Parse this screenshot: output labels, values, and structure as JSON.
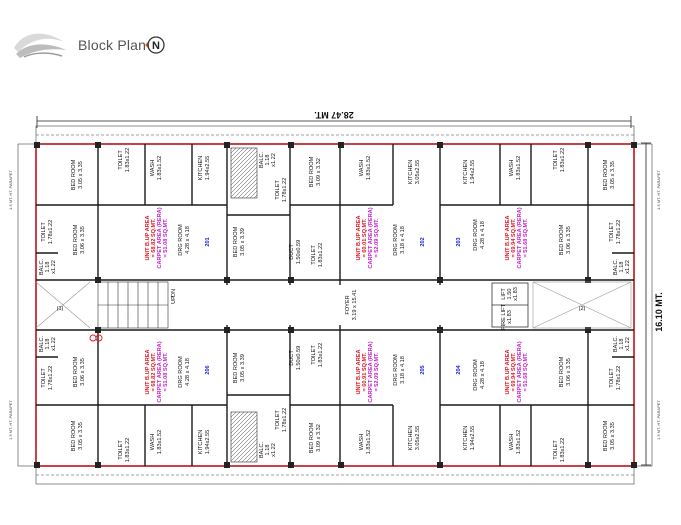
{
  "header": {
    "title": "Block Plan",
    "north_letter": "N"
  },
  "dimensions": {
    "width": "28.47 MT.",
    "height": "16.10 MT."
  },
  "labels": {
    "bedroom": "BED ROOM",
    "bed_a": "3.05 x 3.35",
    "bed_b": "3.06 x 3.35",
    "bed_c": "3.05 x 3.39",
    "bed_d": "3.09 x 3.32",
    "toilet": "TOILET",
    "toilet_a": "1.83x1.22",
    "toilet_b": "1.78x1.22",
    "wash": "WASH",
    "wash_a": "1.83x1.52",
    "kitchen": "KITCHEN",
    "kitchen_a": "1.94x2.55",
    "kitchen_b": "3.05x2.55",
    "balc": "BALC.",
    "balc_a": "1.18",
    "balc_b": "x1.22",
    "drg": "DRG ROOM",
    "drg_a": "4.28 x 4.18",
    "drg_b": "3.18 x 4.18",
    "duct": "DUCT",
    "duct_a": "1.50x0.59",
    "foyer": "FOYER",
    "foyer_a": "3.19 x 15.41",
    "lift": "LIFT",
    "lift_a": "1.50",
    "lift_b": "x1.83",
    "fire_lift": "FIRE LIFT",
    "up": "UP",
    "dn": "DN",
    "stair_1": "(1)",
    "stair_2": "(2)",
    "parapet": "1.5 MT. HT. PARAPET"
  },
  "units": [
    {
      "no": "201",
      "line1": "UNIT B.UP AREA",
      "line2": "= 68.82 SQ.MT.",
      "line3": "CARPET AREA (RERA)",
      "line4": "= 51.08 SQ.MT."
    },
    {
      "no": "202",
      "line1": "UNIT B.UP AREA",
      "line2": "= 60.01 SQ.MT.",
      "line3": "CARPET AREA (RERA)",
      "line4": "= 52.09 SQ.MT."
    },
    {
      "no": "203",
      "line1": "UNIT B.UP AREA",
      "line2": "= 69.94 SQ.MT.",
      "line3": "CARPET AREA (RERA)",
      "line4": "= 51.68 SQ.MT."
    },
    {
      "no": "204",
      "line1": "UNIT B.UP AREA",
      "line2": "= 69.94 SQ.MT.",
      "line3": "CARPET AREA (RERA)",
      "line4": "= 51.68 SQ.MT."
    },
    {
      "no": "205",
      "line1": "UNIT B.UP AREA",
      "line2": "= 60.91 SQ.MT.",
      "line3": "CARPET AREA (RERA)",
      "line4": "= 52.09 SQ.MT."
    },
    {
      "no": "206",
      "line1": "UNIT B.UP AREA",
      "line2": "= 68.82 SQ.MT.",
      "line3": "CARPET AREA (RERA)",
      "line4": "= 51.08 SQ.MT."
    }
  ],
  "colors": {
    "unit_area": "#e0141e",
    "carpet_area": "#c21fc8",
    "unit_no": "#1b2bd0",
    "outline": "#c0121b"
  }
}
